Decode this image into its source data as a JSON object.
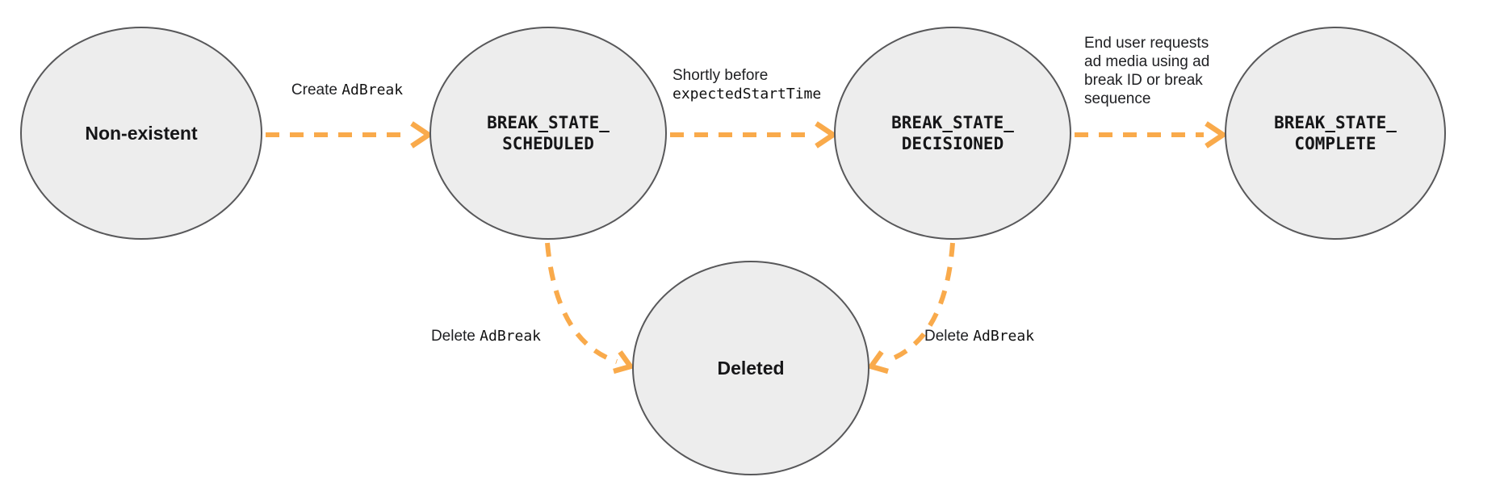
{
  "colors": {
    "arrow": "#F9AA4B",
    "node_fill": "#EDEDED",
    "node_stroke": "#58585A",
    "text": "#202124"
  },
  "nodes": [
    {
      "id": "non-existent",
      "label": "Non-existent"
    },
    {
      "id": "break-state-scheduled",
      "label": "BREAK_STATE_\nSCHEDULED"
    },
    {
      "id": "break-state-decisioned",
      "label": "BREAK_STATE_\nDECISIONED"
    },
    {
      "id": "break-state-complete",
      "label": "BREAK_STATE_\nCOMPLETE"
    },
    {
      "id": "deleted",
      "label": "Deleted"
    }
  ],
  "transitions": [
    {
      "from": "non-existent",
      "to": "break-state-scheduled",
      "label_text": "Create ",
      "label_code": "AdBreak"
    },
    {
      "from": "break-state-scheduled",
      "to": "break-state-decisioned",
      "label_text": "Shortly before",
      "label_code": "expectedStartTime"
    },
    {
      "from": "break-state-decisioned",
      "to": "break-state-complete",
      "label_text": "End user requests\nad media using ad\nbreak ID or break\nsequence",
      "label_code": ""
    },
    {
      "from": "break-state-scheduled",
      "to": "deleted",
      "label_text": "Delete ",
      "label_code": "AdBreak"
    },
    {
      "from": "break-state-decisioned",
      "to": "deleted",
      "label_text": "Delete ",
      "label_code": "AdBreak"
    }
  ]
}
